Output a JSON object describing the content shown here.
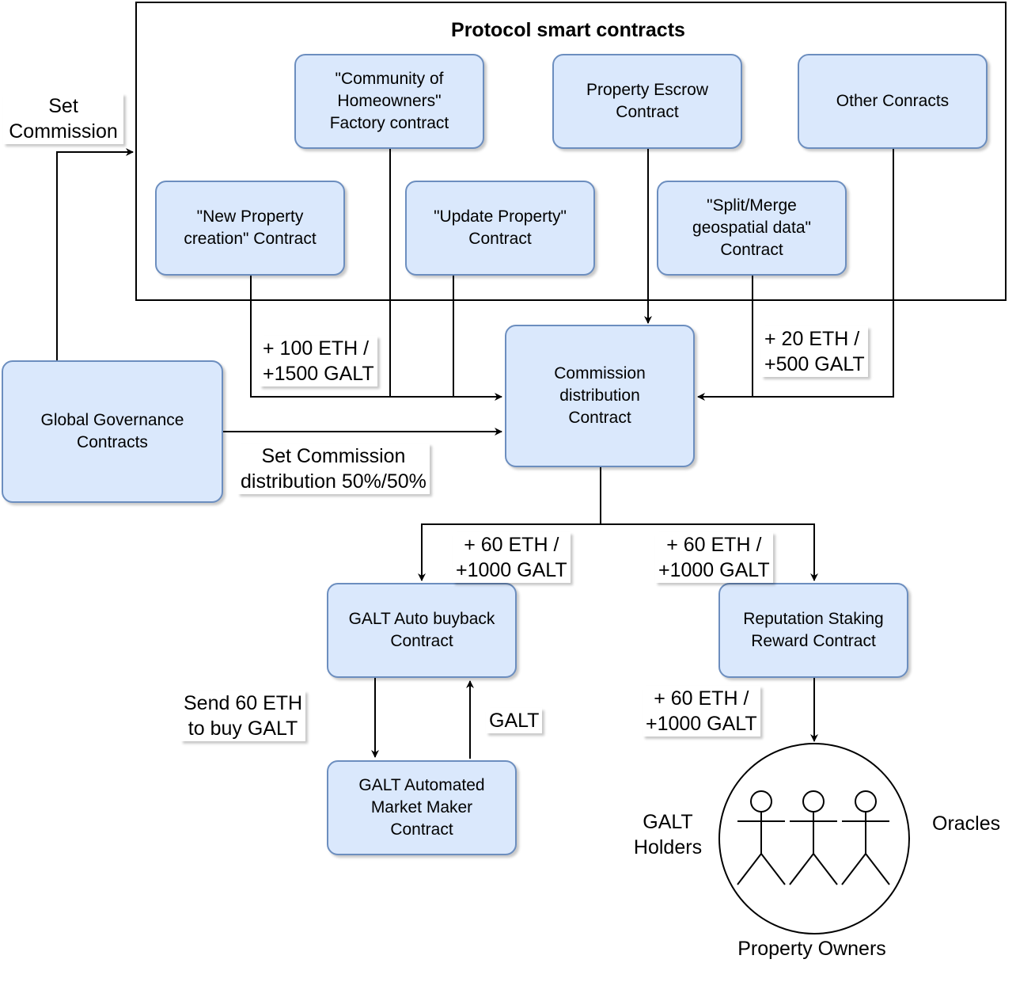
{
  "diagram": {
    "title": "Protocol smart contracts",
    "boxes": {
      "community": "\"Community of\nHomeowners\"\nFactory contract",
      "escrow": "Property Escrow\nContract",
      "other": "Other Conracts",
      "new_property": "\"New Property\ncreation\"  Contract",
      "update_property": "\"Update Property\"\nContract",
      "split_merge": "\"Split/Merge\ngeospatial data\"\nContract",
      "commission": "Commission\ndistribution\nContract",
      "governance": "Global Governance\nContracts",
      "buyback": "GALT Auto buyback\nContract",
      "reputation": "Reputation Staking\nReward Contract",
      "amm": "GALT Automated\nMarket Maker\nContract"
    },
    "labels": {
      "set_commission": "Set\nCommission",
      "eth100": "+ 100 ETH /\n+1500 GALT",
      "eth20": "+ 20 ETH /\n+500 GALT",
      "set_distribution": "Set Commission\ndistribution 50%/50%",
      "eth60_left": "+ 60 ETH /\n+1000 GALT",
      "eth60_right": "+ 60 ETH /\n+1000 GALT",
      "send60": "Send 60 ETH\nto buy GALT",
      "galt": "GALT",
      "eth60_bottom": "+ 60 ETH /\n+1000 GALT",
      "galt_holders": "GALT\nHolders",
      "oracles": "Oracles",
      "property_owners": "Property Owners"
    }
  }
}
